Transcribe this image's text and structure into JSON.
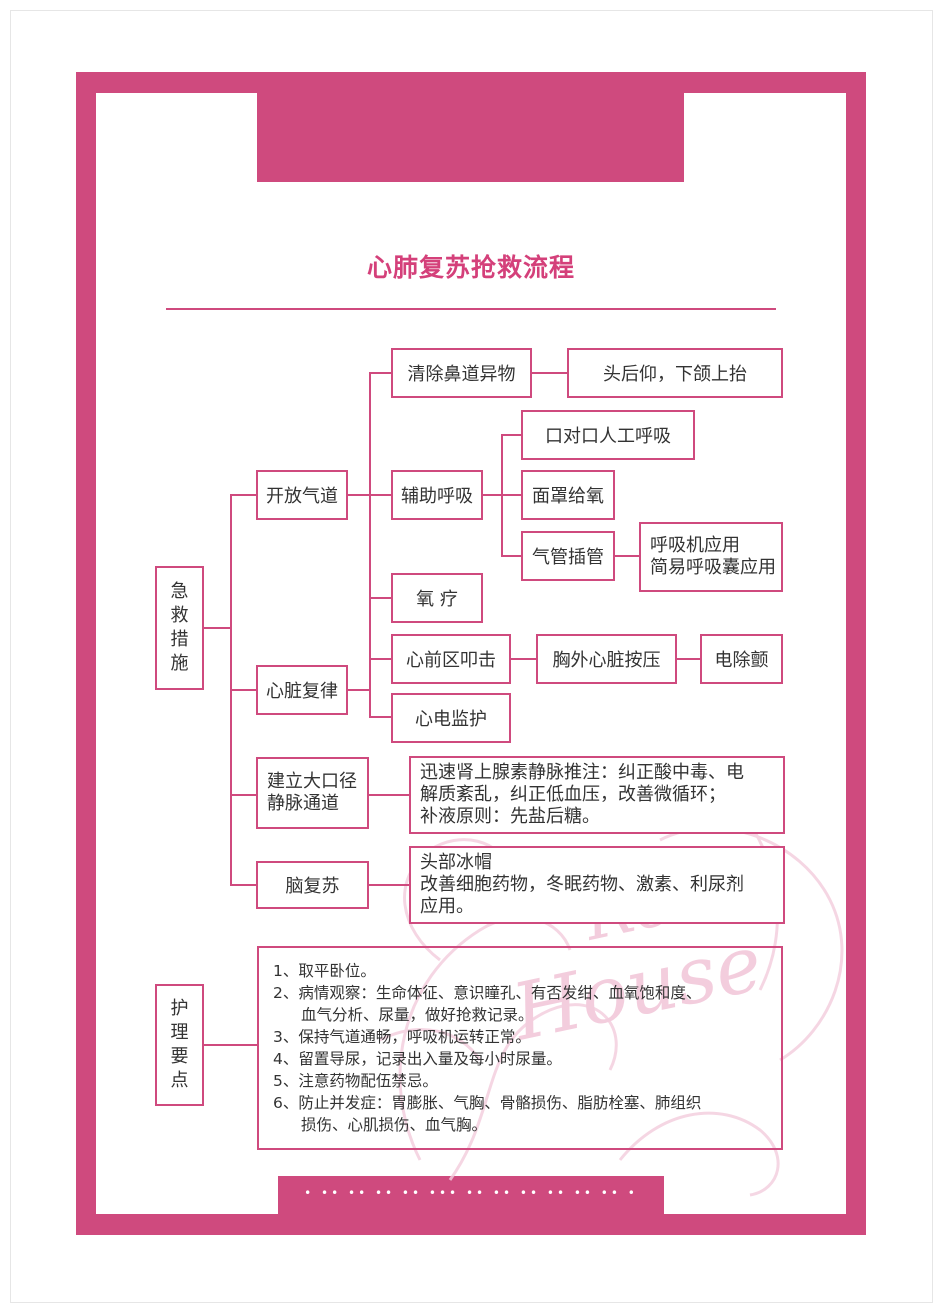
{
  "title": "心肺复苏抢救流程",
  "colors": {
    "accent": "#cf4a7e",
    "title": "#d4407a",
    "text": "#333333"
  },
  "decorations": {
    "dots": "• •• •• •• •• ••• •• •• •• •• •• •• •"
  },
  "diagram": {
    "root": {
      "chars": [
        "急",
        "救",
        "措",
        "施"
      ]
    },
    "airway": "开放气道",
    "cardiac": "心脏复律",
    "iv_access": {
      "line1": "建立大口径",
      "line2": "静脉通道"
    },
    "brain": "脑复苏",
    "clear_nose": "清除鼻道异物",
    "head_tilt": "头后仰，下颌上抬",
    "assist_breath": "辅助呼吸",
    "mouth_to_mouth": "口对口人工呼吸",
    "mask_oxygen": "面罩给氧",
    "intubation": "气管插管",
    "ventilator": {
      "line1": "呼吸机应用",
      "line2": "简易呼吸囊应用"
    },
    "oxygen": "氧  疗",
    "precordial": "心前区叩击",
    "chest_compression": "胸外心脏按压",
    "defib": "电除颤",
    "ecg": "心电监护",
    "iv_detail": {
      "line1": "迅速肾上腺素静脉推注：纠正酸中毒、电",
      "line2": "解质紊乱，纠正低血压，改善微循环；",
      "line3": "补液原则：先盐后糖。"
    },
    "brain_detail": {
      "line1": "头部冰帽",
      "line2": "改善细胞药物，冬眠药物、激素、利尿剂",
      "line3": "应用。"
    }
  },
  "nursing": {
    "label_chars": [
      "护",
      "理",
      "要",
      "点"
    ],
    "items": [
      {
        "text": "1、取平卧位。",
        "cont": ""
      },
      {
        "text": "2、病情观察：生命体征、意识瞳孔、有否发绀、血氧饱和度、",
        "cont": "血气分析、尿量，做好抢救记录。"
      },
      {
        "text": "3、保持气道通畅，呼吸机运转正常。",
        "cont": ""
      },
      {
        "text": "4、留置导尿，记录出入量及每小时尿量。",
        "cont": ""
      },
      {
        "text": "5、注意药物配伍禁忌。",
        "cont": ""
      },
      {
        "text": "6、防止并发症：胃膨胀、气胸、骨骼损伤、脂肪栓塞、肺组织",
        "cont": "损伤、心肌损伤、血气胸。"
      }
    ]
  },
  "watermark": {
    "line1": "Red",
    "line2": "House"
  }
}
